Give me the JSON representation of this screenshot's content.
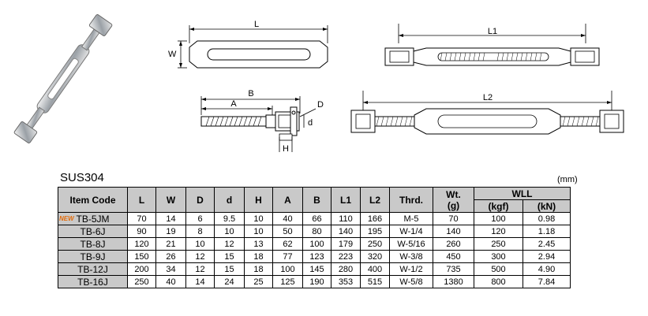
{
  "drawing": {
    "dim_L": "L",
    "dim_W": "W",
    "dim_L1": "L1",
    "dim_L2": "L2",
    "dim_A": "A",
    "dim_B": "B",
    "dim_D": "D",
    "dim_d": "d",
    "dim_H": "H"
  },
  "material": "SUS304",
  "unit": "(mm)",
  "table": {
    "header": {
      "item_code": "Item Code",
      "L": "L",
      "W": "W",
      "D": "D",
      "d": "d",
      "H": "H",
      "A": "A",
      "B": "B",
      "L1": "L1",
      "L2": "L2",
      "thrd": "Thrd.",
      "wt": "Wt.",
      "wt_unit": "(g)",
      "wll": "WLL",
      "kgf": "(kgf)",
      "kn": "(kN)"
    },
    "new_badge": "NEW",
    "rows": [
      [
        "TB-5JM",
        "70",
        "14",
        "6",
        "9.5",
        "10",
        "40",
        "66",
        "110",
        "166",
        "M-5",
        "70",
        "100",
        "0.98"
      ],
      [
        "TB-6J",
        "90",
        "19",
        "8",
        "10",
        "10",
        "50",
        "80",
        "140",
        "195",
        "W-1/4",
        "140",
        "120",
        "1.18"
      ],
      [
        "TB-8J",
        "120",
        "21",
        "10",
        "12",
        "13",
        "62",
        "100",
        "179",
        "250",
        "W-5/16",
        "260",
        "250",
        "2.45"
      ],
      [
        "TB-9J",
        "150",
        "26",
        "12",
        "15",
        "18",
        "77",
        "123",
        "223",
        "320",
        "W-3/8",
        "450",
        "300",
        "2.94"
      ],
      [
        "TB-12J",
        "200",
        "34",
        "12",
        "15",
        "18",
        "100",
        "145",
        "280",
        "400",
        "W-1/2",
        "735",
        "500",
        "4.90"
      ],
      [
        "TB-16J",
        "250",
        "40",
        "14",
        "24",
        "25",
        "125",
        "190",
        "353",
        "515",
        "W-5/8",
        "1380",
        "800",
        "7.84"
      ]
    ]
  }
}
